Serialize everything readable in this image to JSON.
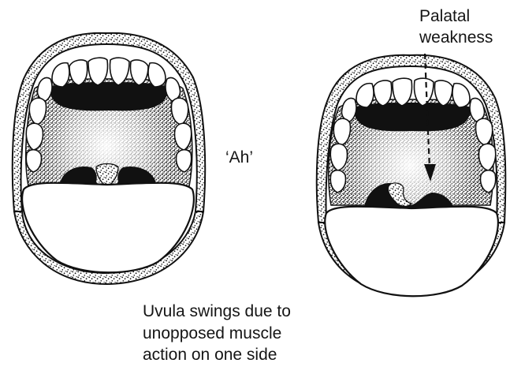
{
  "labels": {
    "ah": "‘Ah’",
    "palatal_weakness": [
      "Palatal",
      "weakness"
    ],
    "caption": [
      "Uvula swings due to",
      "unopposed muscle",
      "action on one side"
    ]
  },
  "colors": {
    "ink": "#111111",
    "paper": "#ffffff"
  },
  "illustrations": [
    "normal-mouth-ah",
    "mouth-palatal-weakness"
  ]
}
